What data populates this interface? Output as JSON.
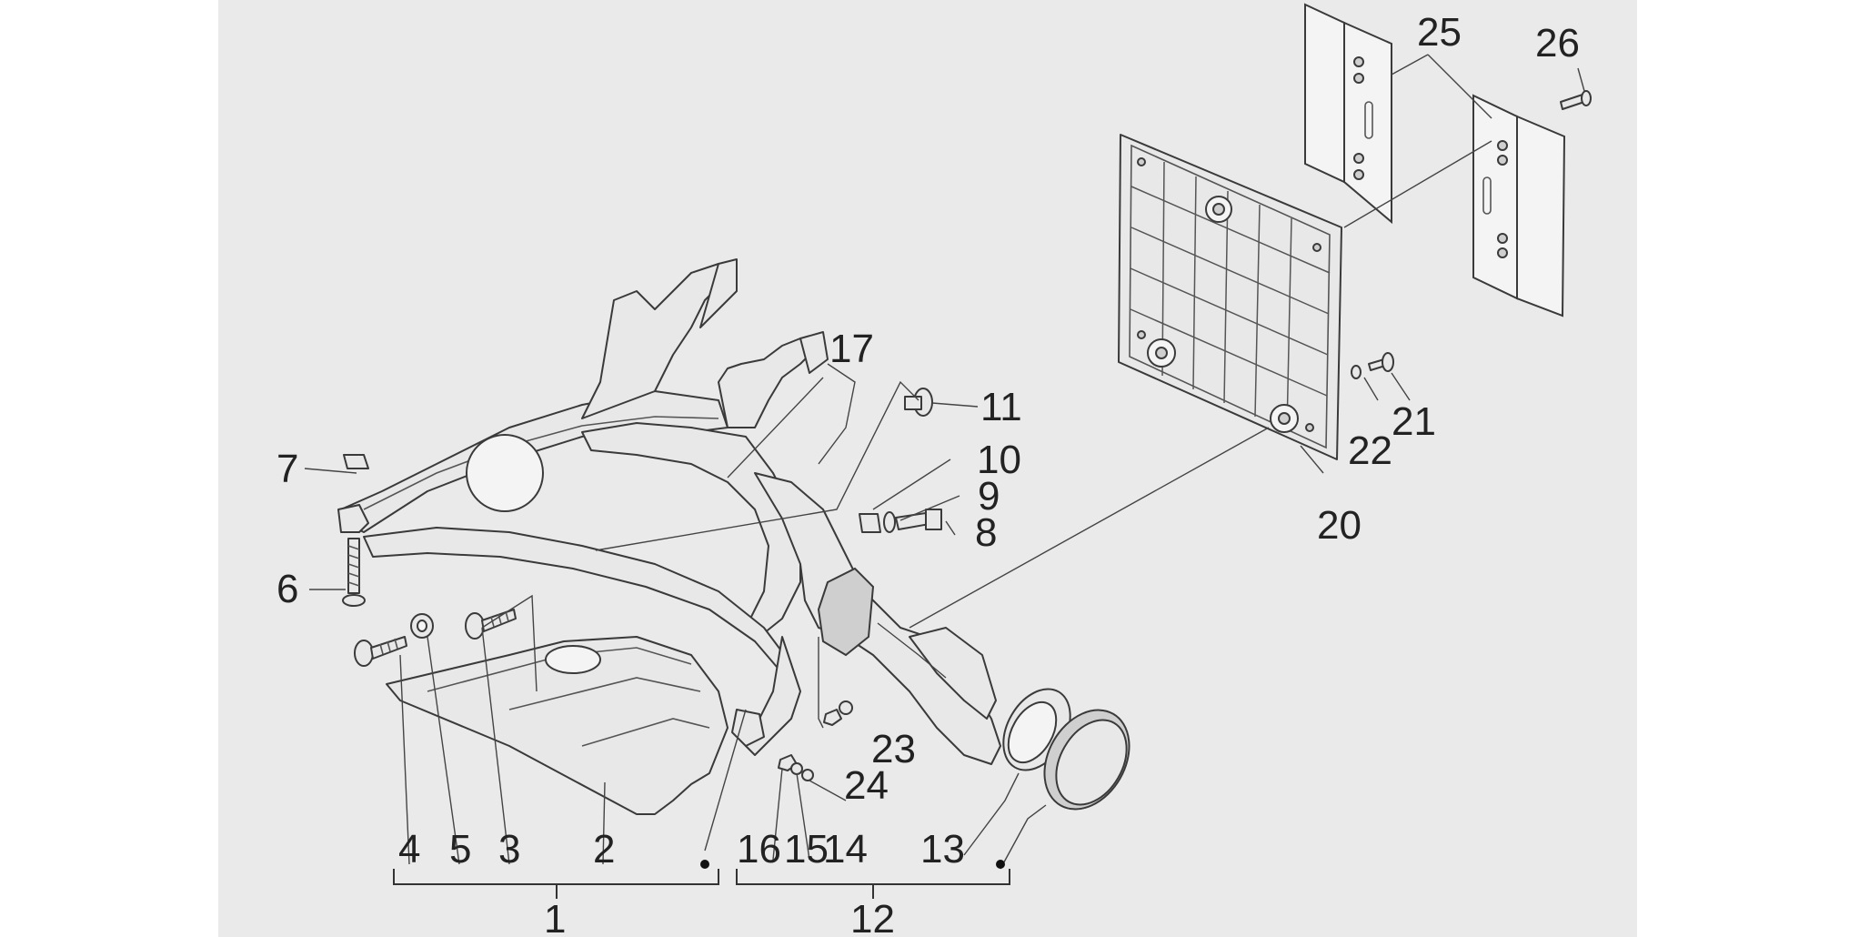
{
  "diagram": {
    "background_color": "#eaeaea",
    "page_color": "#ffffff",
    "callouts": [
      {
        "id": "c1",
        "text": "1"
      },
      {
        "id": "c2",
        "text": "2"
      },
      {
        "id": "c3",
        "text": "3"
      },
      {
        "id": "c4",
        "text": "4"
      },
      {
        "id": "c5",
        "text": "5"
      },
      {
        "id": "c6",
        "text": "6"
      },
      {
        "id": "c7",
        "text": "7"
      },
      {
        "id": "c8",
        "text": "8"
      },
      {
        "id": "c9",
        "text": "9"
      },
      {
        "id": "c10",
        "text": "10"
      },
      {
        "id": "c11",
        "text": "11"
      },
      {
        "id": "c12",
        "text": "12"
      },
      {
        "id": "c13",
        "text": "13"
      },
      {
        "id": "c14",
        "text": "14"
      },
      {
        "id": "c15",
        "text": "15"
      },
      {
        "id": "c16",
        "text": "16"
      },
      {
        "id": "c17",
        "text": "17"
      },
      {
        "id": "c20",
        "text": "20"
      },
      {
        "id": "c21",
        "text": "21"
      },
      {
        "id": "c22",
        "text": "22"
      },
      {
        "id": "c23",
        "text": "23"
      },
      {
        "id": "c24",
        "text": "24"
      },
      {
        "id": "c25",
        "text": "25"
      },
      {
        "id": "c26",
        "text": "26"
      }
    ]
  }
}
